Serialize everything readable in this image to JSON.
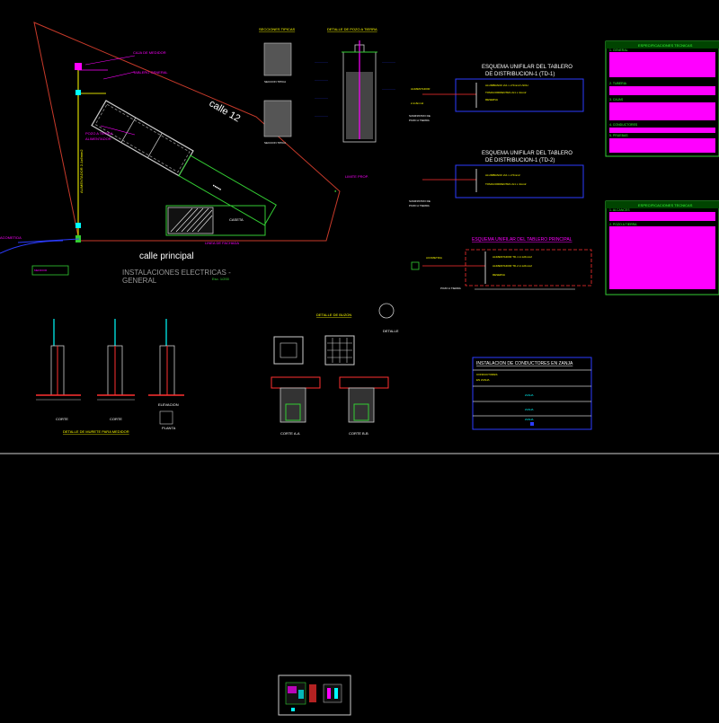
{
  "plan": {
    "street_right": "calle 12",
    "street_bottom": "calle principal",
    "drawing_title_line1": "INSTALACIONES ELECTRICAS -",
    "drawing_title_line2": "GENERAL"
  },
  "diagrams": {
    "td1_title_line1": "ESQUEMA UNIFILAR DEL TABLERO",
    "td1_title_line2": "DE DISTRIBUCION-1 (TD-1)",
    "td2_title_line1": "ESQUEMA UNIFILAR DEL TABLERO",
    "td2_title_line2": "DE DISTRIBUCION-1 (TD-2)",
    "main_panel_title": "ESQUEMA UNIFILAR DEL TABLERO PRINCIPAL"
  },
  "conductors_table": {
    "title": "INSTALACION DE CONDUCTORES EN ZANJA"
  },
  "colors": {
    "background": "#000000",
    "magenta": "#ff00ff",
    "cyan": "#00ffff",
    "green": "#00ff00",
    "yellow": "#ffff00",
    "red": "#ff0000",
    "blue": "#3050ff",
    "white": "#ffffff"
  }
}
